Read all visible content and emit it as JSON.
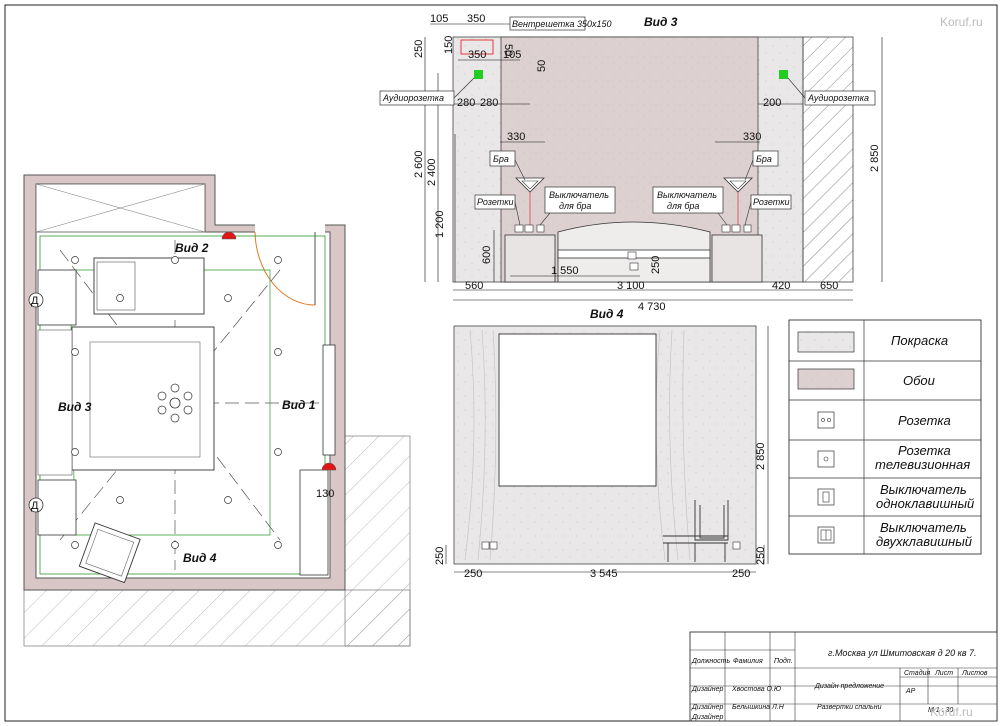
{
  "views": {
    "view2": "Вид 2",
    "view3": "Вид 3",
    "view1": "Вид 1",
    "view4": "Вид 4"
  },
  "plan": {
    "dim_130": "130",
    "socket_marker": "Д"
  },
  "elev3": {
    "title": "Вид 3",
    "vent_label": "Вентрешетка 350x150",
    "audio_left": "Аудиорозетка",
    "audio_right": "Аудиорозетка",
    "bra_left": "Бра",
    "bra_right": "Бра",
    "rozetki_left": "Розетки",
    "rozetki_right": "Розетки",
    "switch_left_l1": "Выключатель",
    "switch_left_l2": "для бра",
    "switch_right_l1": "Выключатель",
    "switch_right_l2": "для бра",
    "d105a": "105",
    "d350a": "350",
    "d250": "250",
    "d150": "150",
    "d50a": "50",
    "d350b": "350",
    "d105b": "105",
    "d50b": "50",
    "d280a": "280",
    "d280b": "280",
    "d200": "200",
    "d330a": "330",
    "d330b": "330",
    "d2600": "2 600",
    "d2400": "2 400",
    "d1200": "1 200",
    "d600": "600",
    "d1550": "1 550",
    "d250b": "250",
    "d2850": "2 850",
    "d560": "560",
    "d3100": "3 100",
    "d420": "420",
    "d650": "650",
    "d4730": "4 730"
  },
  "elev4": {
    "title": "Вид 4",
    "d2850": "2 850",
    "d250l": "250",
    "d250r": "250",
    "d250bl": "250",
    "d3545": "3 545",
    "d250br": "250"
  },
  "legend": [
    {
      "label": "Покраска"
    },
    {
      "label": "Обои"
    },
    {
      "label": "Розетка"
    },
    {
      "label": "Розетка",
      "label2": "телевизионная"
    },
    {
      "label": "Выключатель",
      "label2": "одноклавишный"
    },
    {
      "label": "Выключатель",
      "label2": "двухклавишный"
    }
  ],
  "titleblock": {
    "address": "г.Москва ул Шмитовская д 20 кв 7.",
    "col_position": "Должность",
    "col_surname": "Фамилия",
    "col_sign": "Подп.",
    "designer1_role": "Дизайнер",
    "designer1_name": "Хвостова О.Ю",
    "designer2_role": "Дизайнер",
    "designer2_name": "Белышкина Л.Н",
    "designer3_role": "Дизайнер",
    "project_type": "Дизайн предложение",
    "sheet_name": "Развертки спальни",
    "stage_hdr": "Стадия",
    "sheet_hdr": "Лист",
    "sheets_hdr": "Листов",
    "stage": "АР",
    "scale": "М 1 : 30"
  },
  "watermark": "Koruf.ru",
  "colors": {
    "wall": "#d9c7c7",
    "wallpaper": "#dcd2d2",
    "paint": "#e8e6e6",
    "green_line": "#2a9a2a",
    "red_marker": "#e01515",
    "audio_green": "#22cc22"
  }
}
